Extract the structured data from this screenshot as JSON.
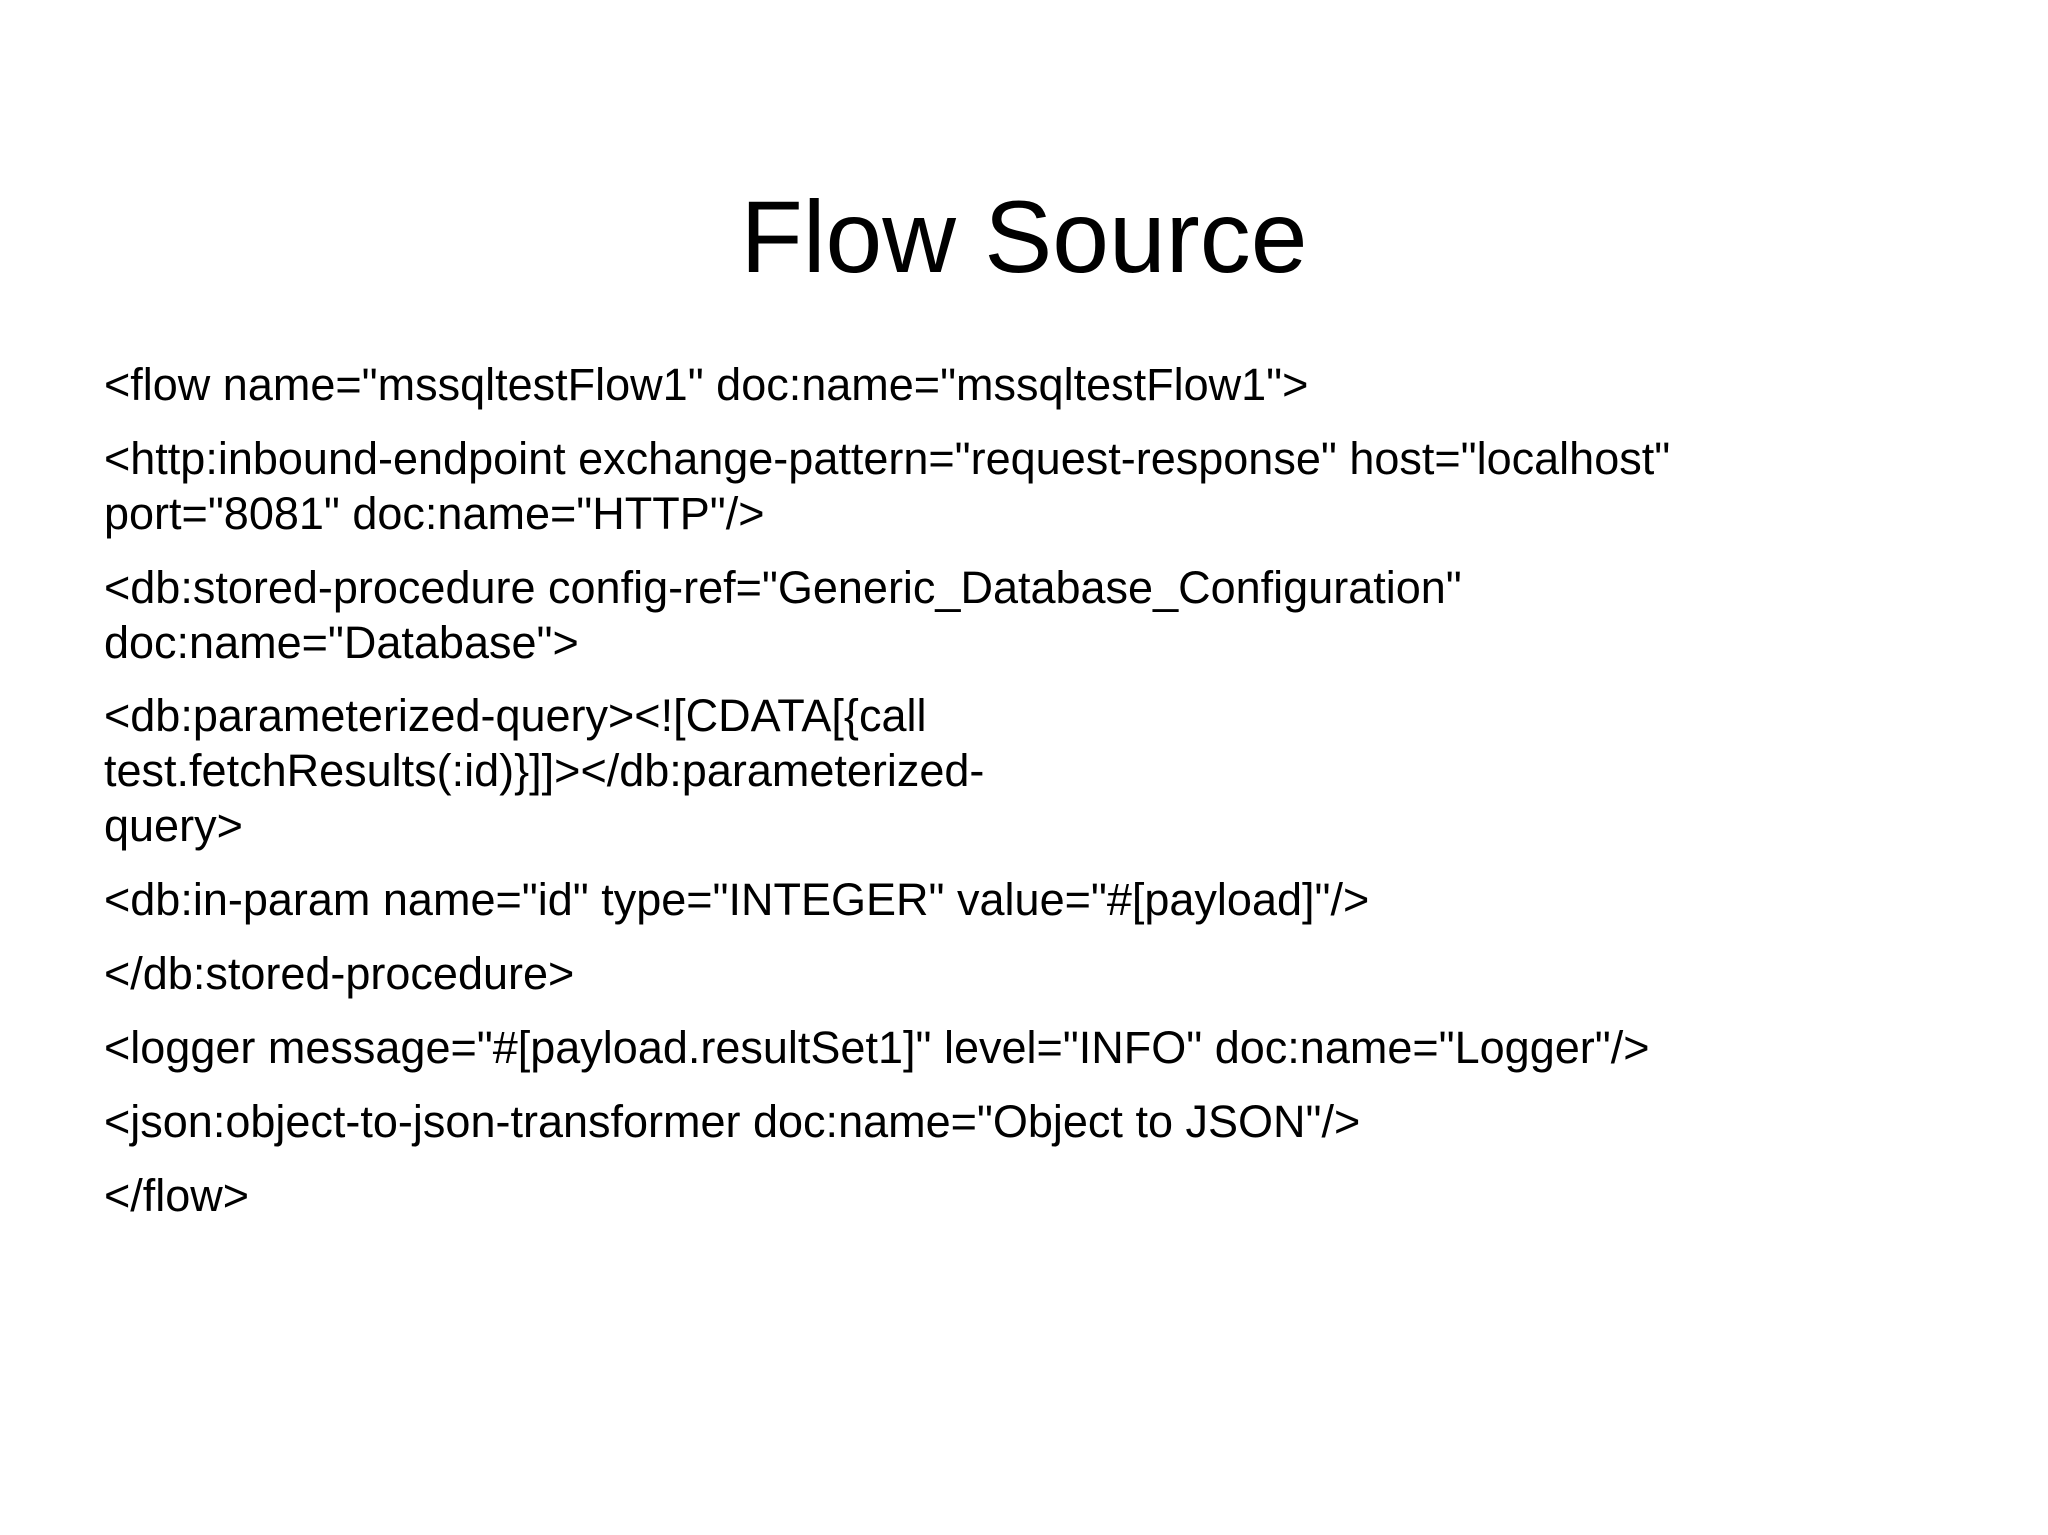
{
  "slide": {
    "title": "Flow Source",
    "background_color": "#ffffff",
    "text_color": "#000000",
    "lines": [
      "<flow name=\"mssqltestFlow1\" doc:name=\"mssqltestFlow1\">",
      "<http:inbound-endpoint exchange-pattern=\"request-response\" host=\"localhost\" port=\"8081\" doc:name=\"HTTP\"/>",
      "<db:stored-procedure config-ref=\"Generic_Database_Configuration\" doc:name=\"Database\">",
      "<db:parameterized-query><![CDATA[{call test.fetchResults(:id)}]]></db:parameterized-query>",
      "<db:in-param name=\"id\" type=\"INTEGER\" value=\"#[payload]\"/>",
      "</db:stored-procedure>",
      "<logger message=\"#[payload.resultSet1]\" level=\"INFO\" doc:name=\"Logger\"/>",
      "<json:object-to-json-transformer doc:name=\"Object to JSON\"/>",
      "</flow>"
    ]
  }
}
